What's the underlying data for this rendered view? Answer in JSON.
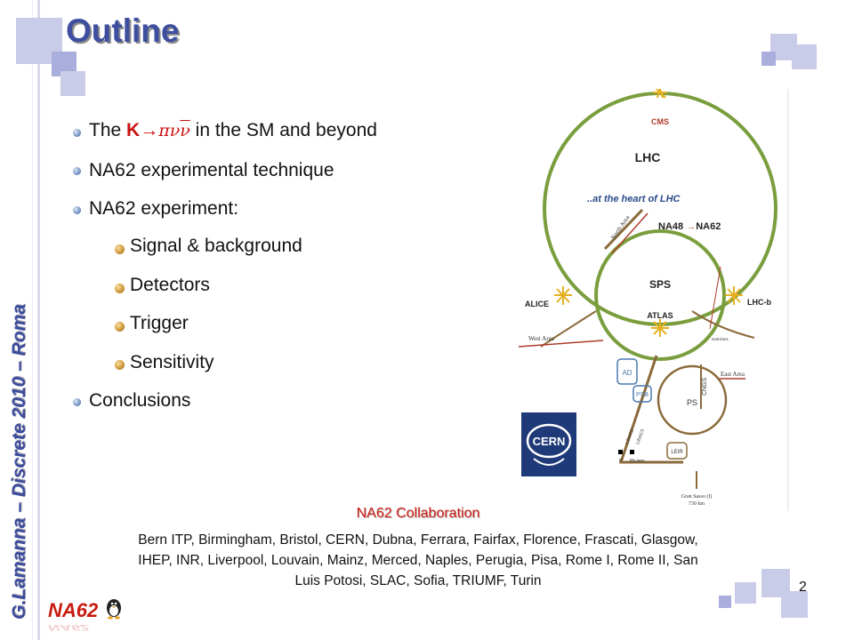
{
  "slide": {
    "title": "Outline",
    "side_label": "G.Lamanna – Discrete 2010 – Roma",
    "page_number": "2",
    "bullets": {
      "b1_prefix": "The ",
      "b1_k": "K",
      "b1_arrow": "→",
      "b1_pi": "πν",
      "b1_nubar": "ν",
      "b1_suffix": " in the SM  and beyond",
      "b2": "NA62 experimental technique",
      "b3": "NA62 experiment:",
      "s1": "Signal & background",
      "s2": "Detectors",
      "s3": "Trigger",
      "s4": "Sensitivity",
      "b4": "Conclusions"
    },
    "collaboration": {
      "title": "NA62 Collaboration",
      "members": "Bern ITP, Birmingham, Bristol, CERN, Dubna, Ferrara, Fairfax, Florence, Frascati, Glasgow, IHEP, INR, Liverpool, Louvain, Mainz, Merced, Naples, Perugia, Pisa, Rome I, Rome II, San Luis Potosi, SLAC, Sofia, TRIUMF, Turin"
    },
    "logo_text": "NA62"
  },
  "map": {
    "caption": "..at the heart of LHC",
    "na_label": "NA48 ",
    "na_arrow": "→",
    "na_target": "NA62",
    "labels": {
      "cms": "CMS",
      "lhc": "LHC",
      "sps": "SPS",
      "alice": "ALICE",
      "lhcb": "LHC-b",
      "atlas": "ATLAS",
      "west": "West Area",
      "east": "East Area",
      "north": "North Area",
      "ad": "AD",
      "psb": "PSB",
      "ps": "PS",
      "leir": "LEIR",
      "cngs": "CNGS",
      "neutrinos": "neutrinos",
      "gran": "Gran Sasso (I)",
      "km": "730 km",
      "p": "P",
      "pbions": "Pb ions",
      "linac2": "LINAC2",
      "linac3": "LINAC3",
      "cern": "CERN"
    }
  },
  "colors": {
    "title": "#3f4fa0",
    "accent_red": "#cc1111",
    "ring": "#6e9a3c",
    "beam": "#8a6a3a"
  }
}
